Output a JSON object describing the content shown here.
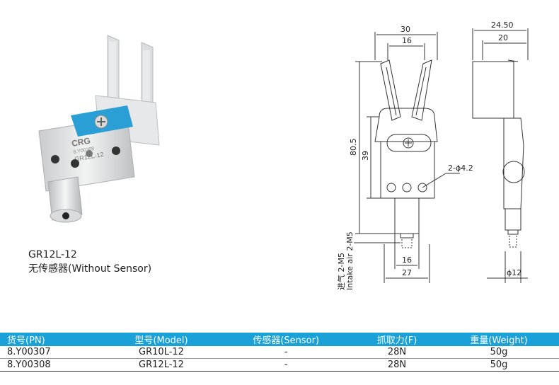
{
  "product": {
    "photo_logo": "CRG",
    "photo_model": "GR12L-12",
    "photo_part": "8.Y00308",
    "caption_model": "GR12L-12",
    "caption_desc": "无传感器(Without Sensor)"
  },
  "drawing": {
    "dims": {
      "width_top": "30",
      "jaw_gap": "16",
      "height": "80.5",
      "body_height": "39",
      "holes": "2-ϕ4.2",
      "intake_cn": "进气 2-M5",
      "intake_en": "Intake air 2-M5",
      "base_inner": "16",
      "base_width": "27",
      "side_width": "24.50",
      "side_inner": "20",
      "side_dia": "ϕ12"
    }
  },
  "table": {
    "headers": [
      "货号(PN)",
      "型号(Model)",
      "传感器(Sensor)",
      "抓取力(F)",
      "重量(Weight)"
    ],
    "rows": [
      [
        "8.Y00307",
        "GR10L-12",
        "-",
        "28N",
        "50g"
      ],
      [
        "8.Y00308",
        "GR12L-12",
        "-",
        "28N",
        "50g"
      ]
    ]
  },
  "colors": {
    "header_bg": "#1aa1d8",
    "label_blue": "#2a9fd6"
  }
}
